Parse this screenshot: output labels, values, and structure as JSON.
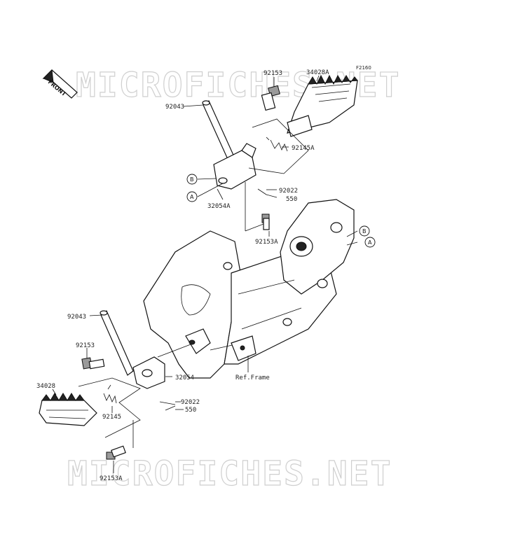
{
  "figure_code": "F2160",
  "watermark": "MICROFICHES.NET",
  "front_arrow": "FRONT",
  "callout_a": "A",
  "callout_b": "B",
  "labels": {
    "p92153_top": "92153",
    "p34028A": "34028A",
    "p92043_top": "92043",
    "p92145A": "92145A",
    "p32054A": "32054A",
    "p92022_top": "92022",
    "p550_top": "550",
    "p92153A_top": "92153A",
    "p92043_bot": "92043",
    "p92153_bot": "92153",
    "p32054": "32054",
    "p34028": "34028",
    "p92145": "92145",
    "p92022_bot": "92022",
    "p550_bot": "550",
    "p92153A_bot": "92153A",
    "ref_frame": "Ref.Frame"
  }
}
